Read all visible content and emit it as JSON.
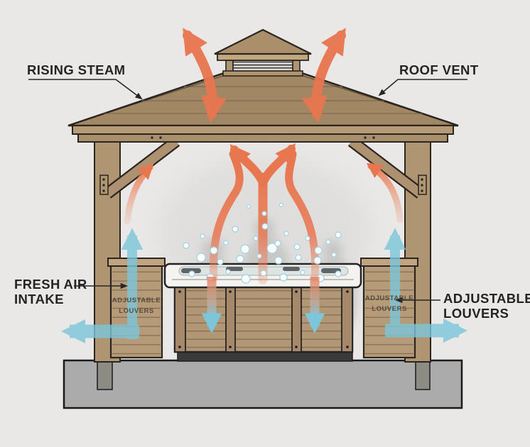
{
  "labels": {
    "rising_steam": "RISING STEAM",
    "roof_vent": "ROOF VENT",
    "fresh_air_line1": "FRESH AIR",
    "fresh_air_line2": "INTAKE",
    "adjustable_line1": "ADJUSTABLE",
    "adjustable_line2": "LOUVERS"
  },
  "panel_captions": {
    "left": {
      "line1": "ADJUSTABLE",
      "line2": "LOUVERS"
    },
    "right": {
      "line1": "ADJUSTABLE",
      "line2": "LOUVERS"
    }
  },
  "colors": {
    "background": "#e9e8e6",
    "wood": "#b09573",
    "wood_dark_line": "#8a6f55",
    "roof_wood": "#a28765",
    "outline": "#2b2520",
    "warm_air_arrow": "#e8764f",
    "cool_air_arrow": "#7cc6db",
    "concrete_slab": "#ababab",
    "tub_rim": "#f4f3ef",
    "tub_base": "#3a3a3a",
    "steam": "#bfbfbf",
    "label_text": "#242424"
  },
  "arrows": [
    {
      "name": "vent-flow-left",
      "color": "#e8764f",
      "direction": "up-and-down-double-headed"
    },
    {
      "name": "vent-flow-right",
      "color": "#e8764f",
      "direction": "up-and-down-double-headed"
    },
    {
      "name": "steam-plume-stem",
      "color": "#e8764f",
      "direction": "up"
    },
    {
      "name": "steam-plume-branch-left",
      "color": "#e8764f",
      "direction": "up"
    },
    {
      "name": "steam-plume-branch-right",
      "color": "#e8764f",
      "direction": "up"
    },
    {
      "name": "steam-stream-left",
      "color": "#e8764f",
      "direction": "up"
    },
    {
      "name": "steam-stream-right",
      "color": "#e8764f",
      "direction": "up"
    },
    {
      "name": "side-updraft-left",
      "color": "#e8764f",
      "direction": "up-right"
    },
    {
      "name": "side-updraft-right",
      "color": "#e8764f",
      "direction": "up-left"
    },
    {
      "name": "downdraft-through-tub-left",
      "color": "#e8764f to #7cc6db",
      "direction": "down"
    },
    {
      "name": "downdraft-through-tub-right",
      "color": "#e8764f to #7cc6db",
      "direction": "down"
    },
    {
      "name": "fresh-air-up-left",
      "color": "#7cc6db",
      "direction": "up"
    },
    {
      "name": "fresh-air-up-right",
      "color": "#7cc6db",
      "direction": "up"
    },
    {
      "name": "fresh-air-out-left",
      "color": "#7cc6db",
      "direction": "left"
    },
    {
      "name": "fresh-air-out-right",
      "color": "#7cc6db",
      "direction": "right"
    }
  ],
  "bubbles": [
    [
      262,
      346,
      4
    ],
    [
      285,
      333,
      3
    ],
    [
      301,
      353,
      5
    ],
    [
      318,
      342,
      3
    ],
    [
      331,
      323,
      4
    ],
    [
      345,
      351,
      6
    ],
    [
      360,
      336,
      3
    ],
    [
      373,
      319,
      4
    ],
    [
      383,
      350,
      7
    ],
    [
      391,
      343,
      4
    ],
    [
      403,
      329,
      3
    ],
    [
      418,
      348,
      4
    ],
    [
      433,
      336,
      3
    ],
    [
      448,
      353,
      5
    ],
    [
      462,
      341,
      3
    ],
    [
      476,
      331,
      4
    ],
    [
      350,
      291,
      2.5
    ],
    [
      372,
      301,
      3
    ],
    [
      396,
      289,
      2.5
    ],
    [
      270,
      386,
      4
    ],
    [
      283,
      363,
      6
    ],
    [
      296,
      391,
      5
    ],
    [
      310,
      369,
      4
    ],
    [
      321,
      383,
      3
    ],
    [
      338,
      365,
      5
    ],
    [
      346,
      393,
      6
    ],
    [
      365,
      361,
      3
    ],
    [
      371,
      385,
      4
    ],
    [
      392,
      367,
      5
    ],
    [
      399,
      391,
      5
    ],
    [
      420,
      363,
      4
    ],
    [
      426,
      384,
      3
    ],
    [
      447,
      367,
      5
    ],
    [
      451,
      392,
      5
    ],
    [
      470,
      359,
      3
    ],
    [
      476,
      386,
      4
    ]
  ]
}
